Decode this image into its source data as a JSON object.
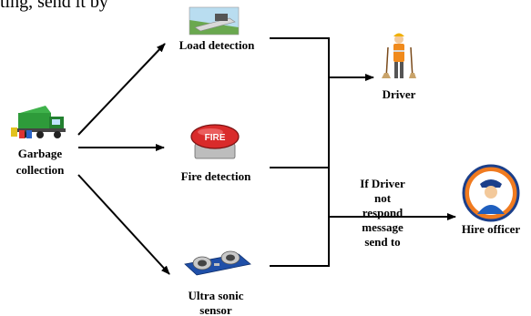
{
  "top_text": "ting, send it by",
  "nodes": {
    "garbage_collection": {
      "line1": "Garbage",
      "line2": "collection"
    },
    "load_detection": {
      "label": "Load detection"
    },
    "fire_detection": {
      "label": "Fire detection",
      "button_text": "FIRE"
    },
    "ultrasonic_sensor": {
      "line1": "Ultra sonic",
      "line2": "sensor"
    },
    "driver": {
      "label": "Driver"
    },
    "hire_officer": {
      "label": "Hire officer"
    }
  },
  "condition": {
    "lines": [
      "If Driver",
      "not",
      "respond",
      "message",
      "send to"
    ]
  },
  "colors": {
    "line": "#000000",
    "truck_green": "#2e9b3a",
    "fire_red": "#d92b2b",
    "vest_orange": "#f08a1c",
    "badge_orange": "#f07b20",
    "sensor_blue": "#1f4fa8"
  },
  "icons": [
    "garbage-truck-icon",
    "load-scene-icon",
    "fire-button-icon",
    "ultrasonic-sensor-icon",
    "driver-icon",
    "officer-badge-icon"
  ]
}
